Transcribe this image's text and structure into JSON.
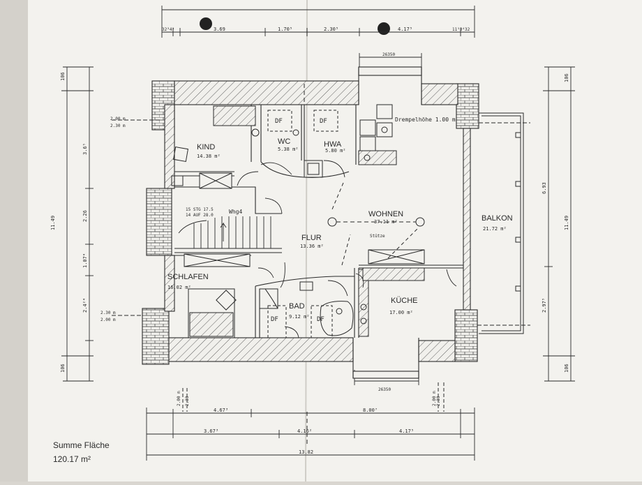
{
  "paper_color": "#f3f2ee",
  "line_color": "#2a2a2a",
  "rooms": {
    "kind": {
      "name": "KIND",
      "area": "14.38 m²"
    },
    "wc": {
      "name": "WC",
      "area": "5.38 m²"
    },
    "hwa": {
      "name": "HWA",
      "area": "5.80 m²"
    },
    "wohnen": {
      "name": "WOHNEN",
      "area": "37.11 m²"
    },
    "flur": {
      "name": "FLUR",
      "area": "13.36 m²"
    },
    "balkon": {
      "name": "BALKON",
      "area": "21.72 m²"
    },
    "schlafen": {
      "name": "SCHLAFEN",
      "area": "16.02 m²"
    },
    "bad": {
      "name": "BAD",
      "area": "9.12 m²"
    },
    "kueche": {
      "name": "KÜCHE",
      "area": "17.00 m²"
    }
  },
  "annotations": {
    "drempel": "Drempelhöhe 1.00 m",
    "stuetze": "Stütze",
    "whg": "Whg4",
    "stg": "15 STG 17.5",
    "auf": "14 AUF 28.0",
    "df_wc": "DF",
    "df_hwa": "DF",
    "df_bad1": "DF",
    "df_bad2": "DF"
  },
  "dimensions": {
    "top_1": "3.69",
    "top_2": "1.70⁵",
    "top_3": "2.30⁵",
    "top_4": "4.17⁵",
    "top_small_left": "32³4⁵",
    "top_small_right": "11⁵3⁴32",
    "top_window": "26350",
    "bottom_window": "26350",
    "bottom_1": "4.67³",
    "bottom_2": "8.00⁷",
    "bottom_3": "3.67³",
    "bottom_4": "4.16²",
    "bottom_5": "4.17⁵",
    "bottom_total": "13.82",
    "left_total": "11.49",
    "left_1": "3.6⁵",
    "left_2": "2.26",
    "left_3": "1.07⁴",
    "left_4": "2.4²⁴",
    "left_106_top": "106",
    "left_106_bottom": "106",
    "right_total": "11.49",
    "right_1": "6.93",
    "right_2": "2.97⁵",
    "right_106_top": "106",
    "right_106_bottom": "106",
    "left_height_top_1": "2.00 m",
    "left_height_top_2": "2.30 m",
    "left_height_bot_1": "2.30 m",
    "left_height_bot_2": "2.00 m",
    "bottom_height_1": "2.00 m",
    "bottom_height_2": "2.30",
    "bottom_height_3": "2.30",
    "bottom_height_4": "2.00 m"
  },
  "summary": {
    "label": "Summe Fläche",
    "value": "120.17 m²"
  }
}
